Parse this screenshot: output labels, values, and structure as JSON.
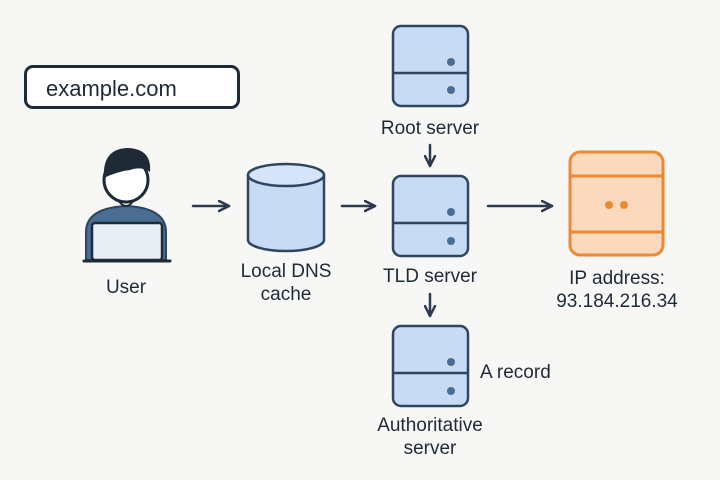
{
  "query_box": {
    "text": "example.com"
  },
  "nodes": {
    "user": {
      "label": "User"
    },
    "local_cache": {
      "label_line1": "Local DNS",
      "label_line2": "cache"
    },
    "root_server": {
      "label": "Root server"
    },
    "tld_server": {
      "label": "TLD server"
    },
    "authoritative_server": {
      "label_line1": "Authoritative",
      "label_line2": "server"
    },
    "result": {
      "label_line1": "IP address:",
      "label_line2": "93.184.216.34"
    }
  },
  "annotations": {
    "a_record": "A record"
  },
  "colors": {
    "server_fill": "#c7dbf5",
    "server_stroke": "#2e4661",
    "result_fill": "#fbd9bd",
    "result_stroke": "#ec8a34",
    "arrow": "#2b3a4c"
  }
}
